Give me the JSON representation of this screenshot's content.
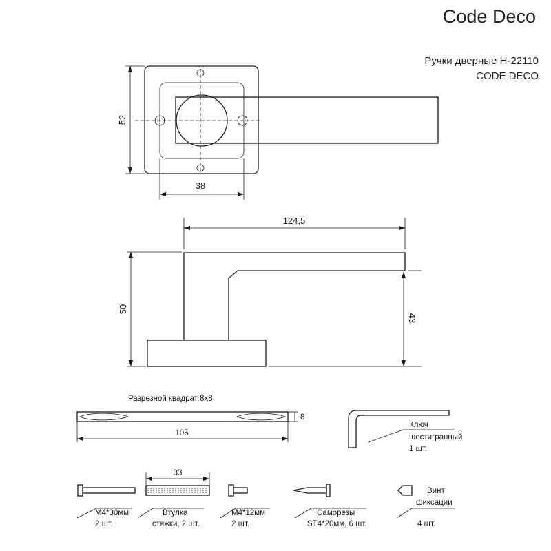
{
  "header": {
    "brand": "Code Deco",
    "title_line1": "Ручки дверные H-22110",
    "title_line2": "CODE DECO"
  },
  "front_view": {
    "height_label": "52",
    "width_label": "38"
  },
  "side_view": {
    "length_label": "124,5",
    "height_label": "50",
    "lever_height_label": "43"
  },
  "spindle": {
    "title": "Разрезной квадрат 8х8",
    "length_label": "105",
    "thickness_label": "8"
  },
  "hex_key": {
    "line1": "Ключ",
    "line2": "шестигранный",
    "line3": "1 шт."
  },
  "parts": {
    "screw_m4_30": {
      "name": "M4*30мм",
      "qty": "2 шт."
    },
    "bushing": {
      "dim": "33",
      "name": "Втулка",
      "qty": "стяжки, 2 шт."
    },
    "screw_m4_12": {
      "name": "M4*12мм",
      "qty": "2 шт."
    },
    "wood_screws": {
      "name": "Саморезы",
      "qty": "ST4*20мм, 6 шт."
    },
    "set_screw": {
      "line1": "Винт",
      "line2": "фиксации",
      "line3": "4 шт."
    }
  }
}
